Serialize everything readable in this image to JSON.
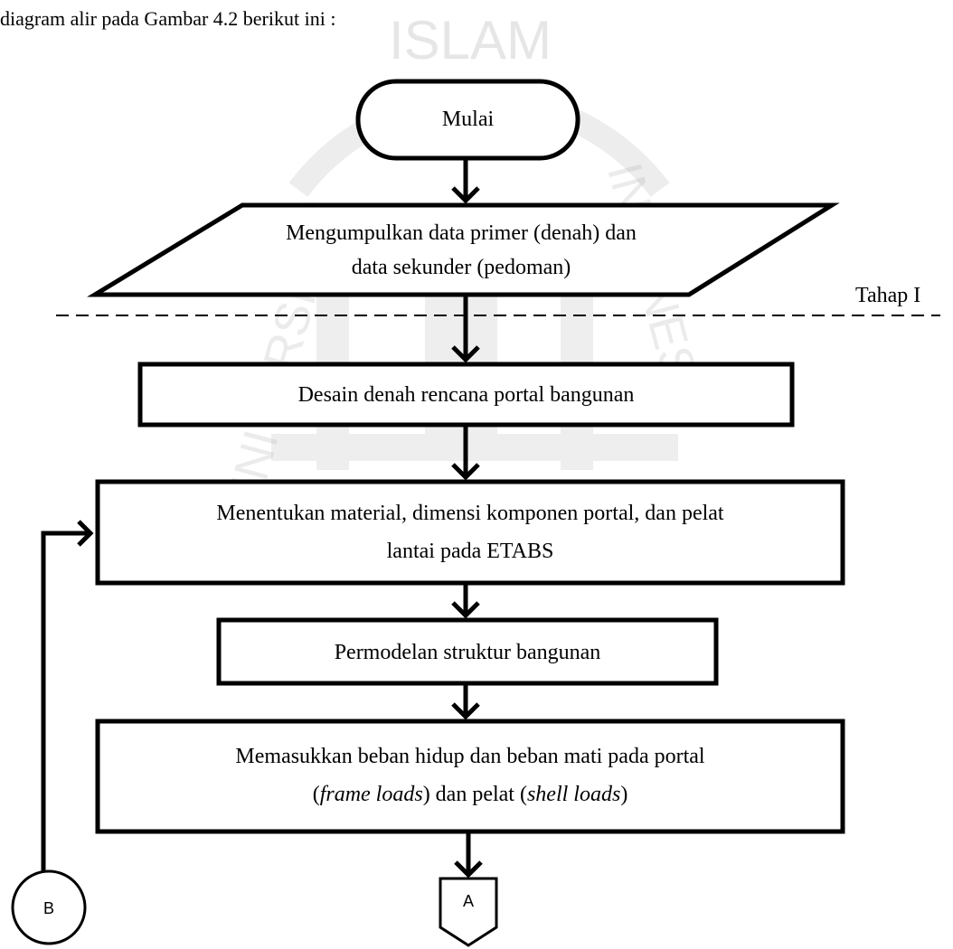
{
  "intro_text": "diagram alir pada Gambar 4.2 berikut ini :",
  "watermark": {
    "text_top": "ISLAM",
    "text_left": "UNIVERSITAS",
    "text_right": "INDONESIA"
  },
  "divider_label": "Tahap I",
  "nodes": {
    "start": "Mulai",
    "collect": {
      "line1": "Mengumpulkan data primer (denah) dan",
      "line2": "data sekunder (pedoman)"
    },
    "design": "Desain denah rencana portal bangunan",
    "material": {
      "line1": "Menentukan material, dimensi komponen portal, dan pelat",
      "line2": "lantai pada ETABS"
    },
    "model": "Permodelan struktur bangunan",
    "loads": {
      "line1": "Memasukkan beban hidup dan beban mati pada portal",
      "line2_pre": "(",
      "line2_em1": "frame loads",
      "line2_mid": ") dan pelat (",
      "line2_em2": "shell loads",
      "line2_post": ")"
    },
    "connector_b": "B",
    "connector_a": "A"
  }
}
